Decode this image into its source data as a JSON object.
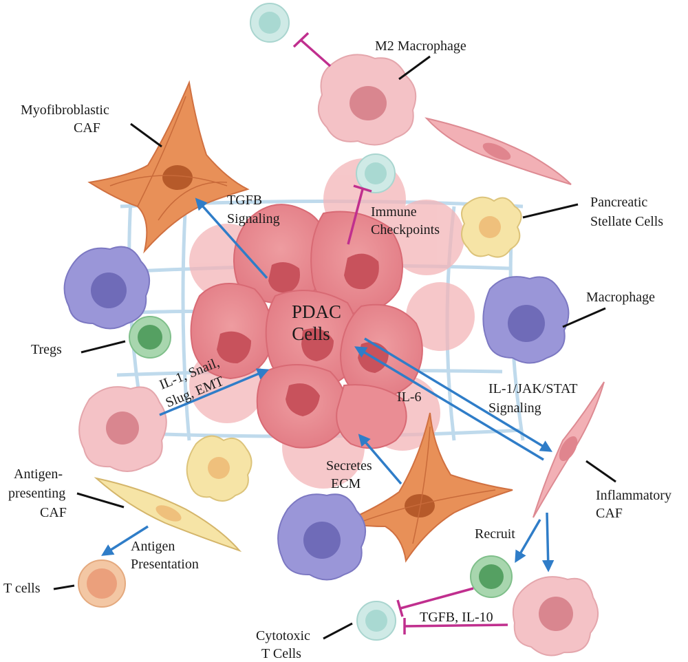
{
  "colors": {
    "activation": "#2f7dc8",
    "inhibition": "#c02f8e",
    "tumor": "#e9888e",
    "tumor_nucleus": "#c8525c",
    "caf": "#e89058",
    "macrophage": "#9a96d8",
    "stellate": "#f6e4a6",
    "treg": "#7fbf8a",
    "t_cell": "#f3c7a4",
    "cytotoxic_t_cell": "#cfeae6",
    "m2_macrophage": "#f4c2c6",
    "ecm": "#b9d6ea"
  },
  "center_label": {
    "line1": "PDAC",
    "line2": "Cells"
  },
  "labels": {
    "m2_macrophage": "M2 Macrophage",
    "myofibroblastic_caf": {
      "line1": "Myofibroblastic",
      "line2": "CAF"
    },
    "pancreatic_stellate_cells": {
      "line1": "Pancreatic",
      "line2": "Stellate Cells"
    },
    "macrophage": "Macrophage",
    "tregs": "Tregs",
    "antigen_presenting_caf": {
      "line1": "Antigen-",
      "line2": "presenting",
      "line3": "CAF"
    },
    "t_cells": "T cells",
    "inflammatory_caf": {
      "line1": "Inflammatory",
      "line2": "CAF"
    },
    "cytotoxic_t_cells": {
      "line1": "Cytotoxic",
      "line2": "T Cells"
    }
  },
  "arrow_labels": {
    "tgfb_signaling": {
      "line1": "TGFB",
      "line2": "Signaling"
    },
    "immune_checkpoints": {
      "line1": "Immune",
      "line2": "Checkpoints"
    },
    "il1_snail_slug_emt": {
      "line1": "IL-1, Snail,",
      "line2": "Slug, EMT"
    },
    "il6": "IL-6",
    "il1_jak_stat": {
      "line1": "IL-1/JAK/STAT",
      "line2": "Signaling"
    },
    "secretes_ecm": {
      "line1": "Secretes",
      "line2": "ECM"
    },
    "antigen_presentation": {
      "line1": "Antigen",
      "line2": "Presentation"
    },
    "recruit": "Recruit",
    "tgfb_il10": "TGFB, IL-10"
  }
}
